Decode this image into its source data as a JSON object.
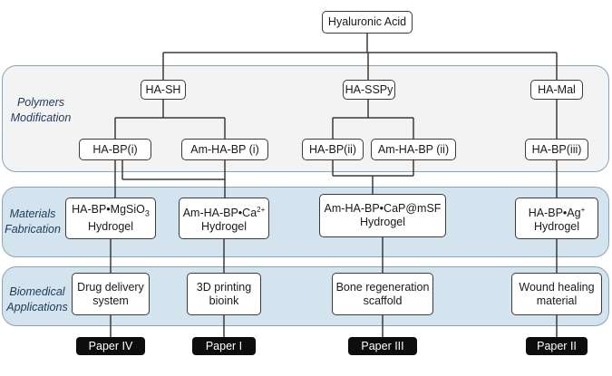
{
  "root": "Hyaluronic Acid",
  "bands": {
    "polymers": [
      "Polymers",
      "Modification"
    ],
    "materials": [
      "Materials",
      "Fabrication"
    ],
    "biomedical": [
      "Biomedical",
      "Applications"
    ]
  },
  "polymers": {
    "ha_sh": "HA-SH",
    "ha_sspy": "HA-SSPy",
    "ha_mal": "HA-Mal",
    "ha_bp_i": "HA-BP(i)",
    "am_ha_bp_i": "Am-HA-BP (i)",
    "ha_bp_ii": "HA-BP(ii)",
    "am_ha_bp_ii": "Am-HA-BP (ii)",
    "ha_bp_iii": "HA-BP(iii)"
  },
  "materials": {
    "mgsio3": {
      "formula": "HA-BP•MgSiO",
      "sub": "3",
      "type": "Hydrogel"
    },
    "ca": {
      "formula": "Am-HA-BP•Ca",
      "sup": "2+",
      "type": "Hydrogel"
    },
    "cap": {
      "formula": "Am-HA-BP•CaP@mSF",
      "type": "Hydrogel"
    },
    "ag": {
      "formula": "HA-BP•Ag",
      "sup": "+",
      "type": "Hydrogel"
    }
  },
  "applications": {
    "drug": [
      "Drug delivery",
      "system"
    ],
    "printing": [
      "3D printing",
      "bioink"
    ],
    "bone": [
      "Bone regeneration",
      "scaffold"
    ],
    "wound": [
      "Wound healing",
      "material"
    ]
  },
  "papers": {
    "iv": "Paper IV",
    "i": "Paper I",
    "iii": "Paper III",
    "ii": "Paper II"
  }
}
